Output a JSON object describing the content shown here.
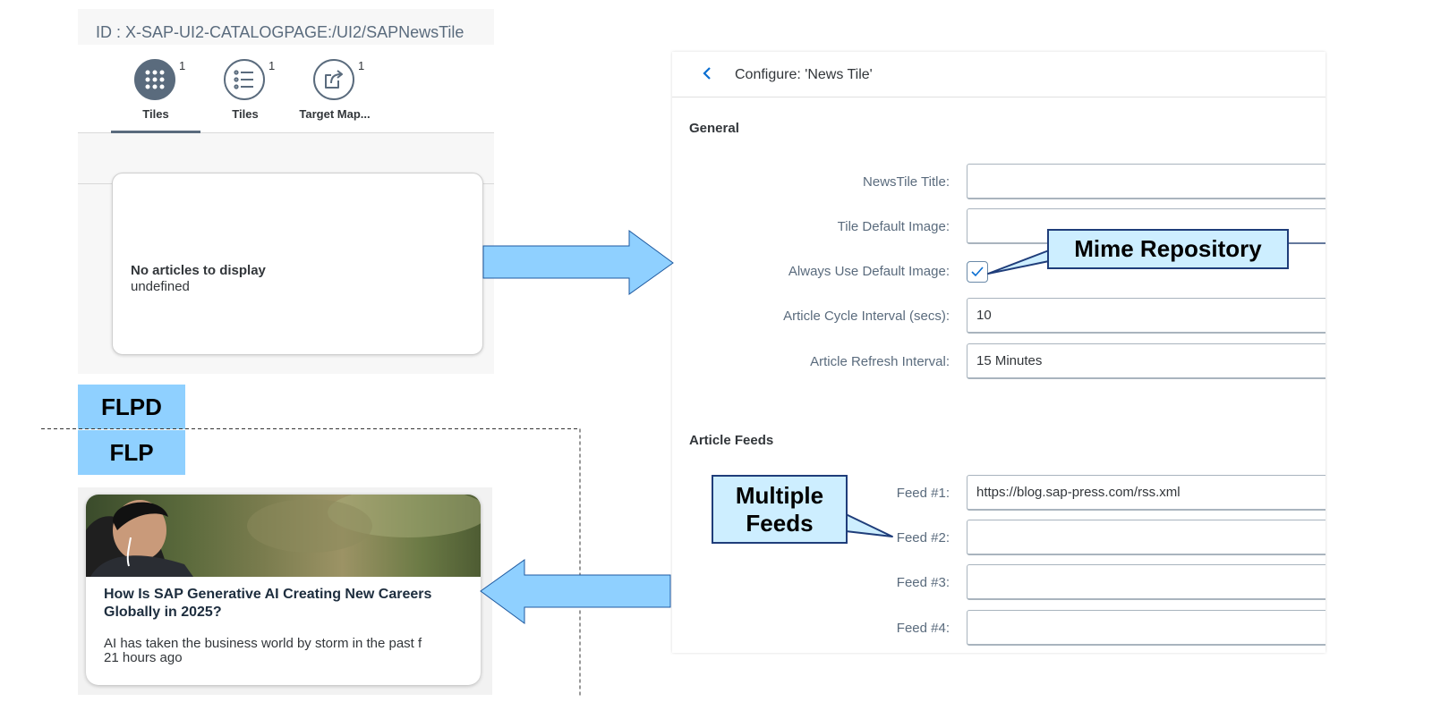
{
  "flpd_panel": {
    "id_text": "ID : X-SAP-UI2-CATALOGPAGE:/UI2/SAPNewsTile",
    "tabs": [
      {
        "label": "Tiles",
        "count": "1",
        "icon": "grid-icon",
        "selected": true
      },
      {
        "label": "Tiles",
        "count": "1",
        "icon": "list-icon",
        "selected": false
      },
      {
        "label": "Target Map...",
        "count": "1",
        "icon": "share-icon",
        "selected": false
      }
    ],
    "tile": {
      "title": "No articles to display",
      "subtitle": "undefined"
    }
  },
  "labels": {
    "flpd": "FLPD",
    "flp": "FLP"
  },
  "flp_tile": {
    "headline": "How Is SAP Generative AI Creating New Careers Globally in 2025?",
    "snippet": "AI has taken the business world by storm in the past f",
    "age": "21 hours ago"
  },
  "config_panel": {
    "back_icon": "chevron-left-icon",
    "title": "Configure: 'News Tile'",
    "general": {
      "heading": "General",
      "fields": {
        "title_label": "NewsTile Title:",
        "title_value": "",
        "image_label": "Tile Default Image:",
        "image_value": "",
        "always_label": "Always Use Default Image:",
        "always_checked": true,
        "cycle_label": "Article Cycle Interval (secs):",
        "cycle_value": "10",
        "refresh_label": "Article Refresh Interval:",
        "refresh_value": "15 Minutes"
      }
    },
    "feeds": {
      "heading": "Article Feeds",
      "feed1_label": "Feed #1:",
      "feed1_value": "https://blog.sap-press.com/rss.xml",
      "feed2_label": "Feed #2:",
      "feed2_value": "",
      "feed3_label": "Feed #3:",
      "feed3_value": "",
      "feed4_label": "Feed #4:",
      "feed4_value": ""
    }
  },
  "callouts": {
    "mime": "Mime Repository",
    "multiple_line1": "Multiple",
    "multiple_line2": "Feeds"
  },
  "colors": {
    "arrow_fill": "#8fd0ff",
    "tag_fill": "#8fd0ff",
    "callout_fill": "#cdeeff",
    "callout_border": "#1f3d7a",
    "sap_blue": "#0a6ed1"
  }
}
